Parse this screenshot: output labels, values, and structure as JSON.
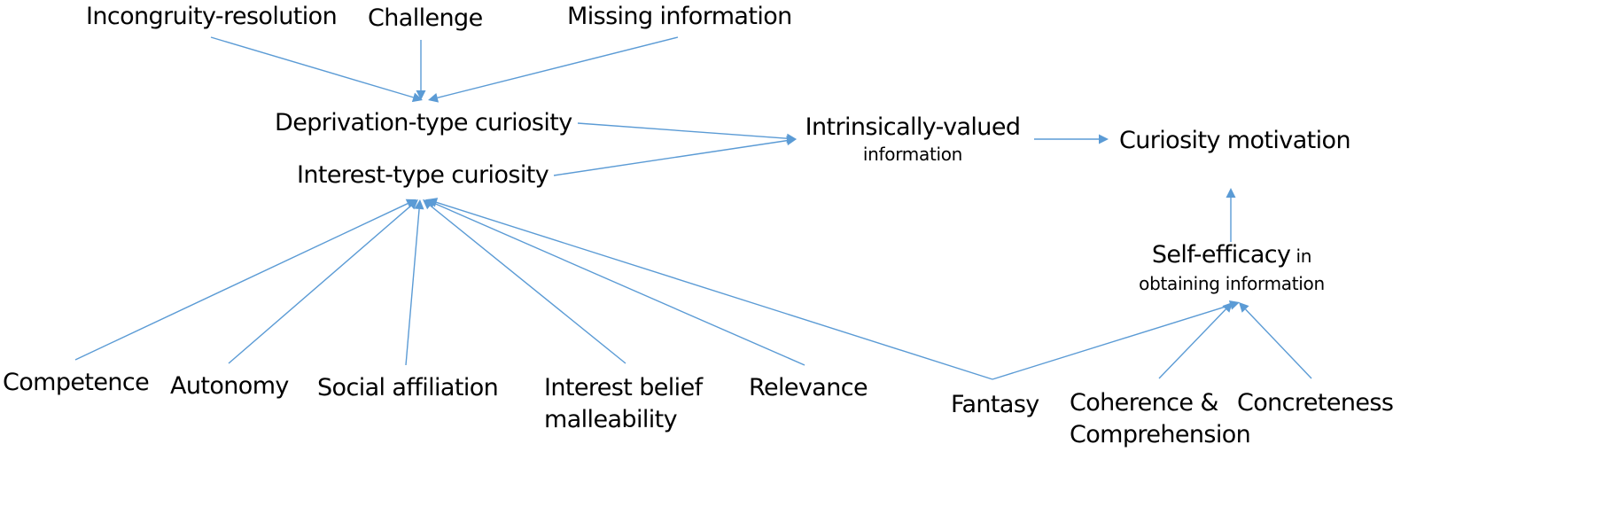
{
  "diagram": {
    "title": "Curiosity motivation model",
    "accent_color": "#5b9bd5",
    "nodes": {
      "incongruity": "Incongruity-resolution",
      "challenge": "Challenge",
      "missing_info": "Missing information",
      "deprivation": "Deprivation-type curiosity",
      "interest": "Interest-type curiosity",
      "intrinsic_main": "Intrinsically-valued",
      "intrinsic_sub": "information",
      "curiosity_motivation": "Curiosity motivation",
      "self_efficacy_main": "Self-efficacy",
      "self_efficacy_in": " in",
      "self_efficacy_sub": "obtaining information",
      "competence": "Competence",
      "autonomy": "Autonomy",
      "social_affiliation": "Social affiliation",
      "interest_belief_line1": "Interest belief",
      "interest_belief_line2": "malleability",
      "relevance": "Relevance",
      "fantasy": "Fantasy",
      "coherence_line1": "Coherence &",
      "coherence_line2": "Comprehension",
      "concreteness": "Concreteness"
    },
    "edges": [
      {
        "from": "incongruity",
        "to": "deprivation"
      },
      {
        "from": "challenge",
        "to": "deprivation"
      },
      {
        "from": "missing_info",
        "to": "deprivation"
      },
      {
        "from": "deprivation",
        "to": "intrinsic"
      },
      {
        "from": "interest",
        "to": "intrinsic"
      },
      {
        "from": "intrinsic",
        "to": "curiosity_motivation"
      },
      {
        "from": "self_efficacy",
        "to": "curiosity_motivation"
      },
      {
        "from": "competence",
        "to": "interest"
      },
      {
        "from": "autonomy",
        "to": "interest"
      },
      {
        "from": "social_affiliation",
        "to": "interest"
      },
      {
        "from": "interest_belief",
        "to": "interest"
      },
      {
        "from": "relevance",
        "to": "interest"
      },
      {
        "from": "fantasy",
        "to": "interest"
      },
      {
        "from": "fantasy",
        "to": "self_efficacy"
      },
      {
        "from": "coherence",
        "to": "self_efficacy"
      },
      {
        "from": "concreteness",
        "to": "self_efficacy"
      }
    ]
  }
}
